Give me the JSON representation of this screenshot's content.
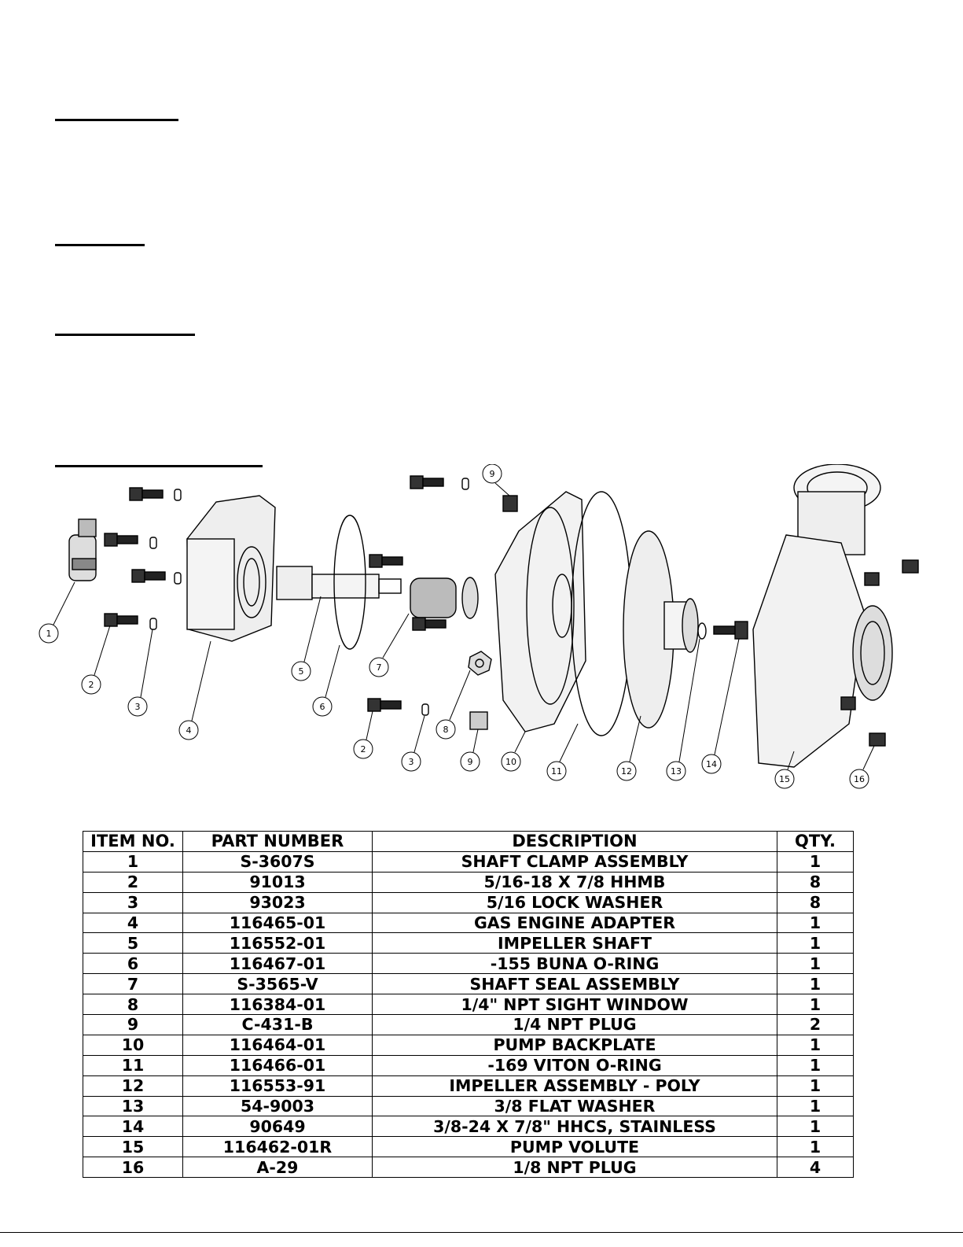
{
  "table": {
    "headers": {
      "item": "ITEM NO.",
      "part": "PART NUMBER",
      "desc": "DESCRIPTION",
      "qty": "QTY."
    },
    "rows": [
      {
        "item": "1",
        "part": "S-3607S",
        "desc": "SHAFT CLAMP ASSEMBLY",
        "qty": "1"
      },
      {
        "item": "2",
        "part": "91013",
        "desc": "5/16-18 X 7/8 HHMB",
        "qty": "8"
      },
      {
        "item": "3",
        "part": "93023",
        "desc": "5/16 LOCK WASHER",
        "qty": "8"
      },
      {
        "item": "4",
        "part": "116465-01",
        "desc": "GAS ENGINE ADAPTER",
        "qty": "1"
      },
      {
        "item": "5",
        "part": "116552-01",
        "desc": "IMPELLER SHAFT",
        "qty": "1"
      },
      {
        "item": "6",
        "part": "116467-01",
        "desc": "-155 BUNA O-RING",
        "qty": "1"
      },
      {
        "item": "7",
        "part": "S-3565-V",
        "desc": "SHAFT SEAL ASSEMBLY",
        "qty": "1"
      },
      {
        "item": "8",
        "part": "116384-01",
        "desc": "1/4\" NPT SIGHT WINDOW",
        "qty": "1"
      },
      {
        "item": "9",
        "part": "C-431-B",
        "desc": "1/4 NPT PLUG",
        "qty": "2"
      },
      {
        "item": "10",
        "part": "116464-01",
        "desc": "PUMP BACKPLATE",
        "qty": "1"
      },
      {
        "item": "11",
        "part": "116466-01",
        "desc": "-169 VITON O-RING",
        "qty": "1"
      },
      {
        "item": "12",
        "part": "116553-91",
        "desc": "IMPELLER ASSEMBLY - POLY",
        "qty": "1"
      },
      {
        "item": "13",
        "part": "54-9003",
        "desc": "3/8 FLAT WASHER",
        "qty": "1"
      },
      {
        "item": "14",
        "part": "90649",
        "desc": "3/8-24 X 7/8\" HHCS, STAINLESS",
        "qty": "1"
      },
      {
        "item": "15",
        "part": "116462-01R",
        "desc": "PUMP VOLUTE",
        "qty": "1"
      },
      {
        "item": "16",
        "part": "A-29",
        "desc": "1/8 NPT PLUG",
        "qty": "4"
      }
    ]
  },
  "diagram": {
    "balloons": [
      "1",
      "2",
      "3",
      "4",
      "5",
      "6",
      "7",
      "8",
      "9",
      "10",
      "11",
      "12",
      "13",
      "14",
      "15",
      "16",
      "9",
      "2",
      "3"
    ]
  }
}
